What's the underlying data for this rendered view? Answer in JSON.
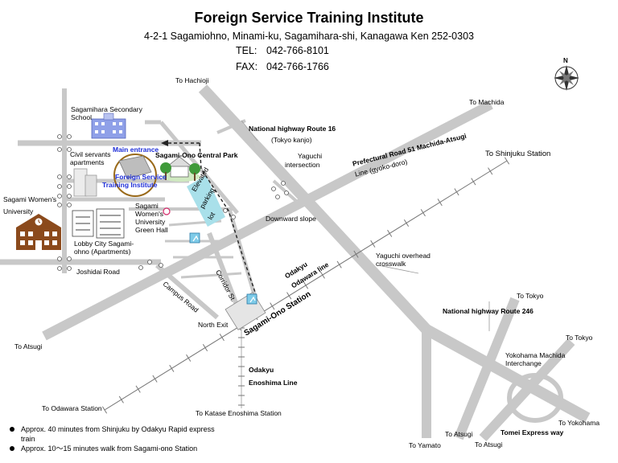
{
  "header": {
    "title": "Foreign Service Training Institute",
    "address": "4-2-1 Sagamiohno, Minami-ku, Sagamihara-shi, Kanagawa Ken 252-0303",
    "tel_label": "TEL:",
    "tel": "042-766-8101",
    "fax_label": "FAX:",
    "fax": "042-766-1766"
  },
  "compass_letter": "N",
  "colors": {
    "road": "#c8c8c8",
    "parking": "#a9e0ea",
    "route_oval": "#9a6a1a",
    "highlight_text": "#1f2fd8",
    "university_icon": "#8b4a1c"
  },
  "labels": {
    "to_hachioji": "To Hachioji",
    "to_machida": "To Machida",
    "to_shinjuku": "To Shinjuku Station",
    "route16": "National highway Route 16",
    "tokyo_kanjo": "(Tokyo kanjo)",
    "yaguchi_intersection_1": "Yaguchi",
    "yaguchi_intersection_2": "intersection",
    "pref_road_1": "Prefectural Road 51 Machida-Atsugi",
    "pref_road_2": "Line (gyoko-doro)",
    "downward_slope": "Downward slope",
    "yaguchi_crosswalk_1": "Yaguchi overhead",
    "yaguchi_crosswalk_2": "crosswalk",
    "odakyu_odawara_1": "Odakyu",
    "odakyu_odawara_2": "Odawara line",
    "sagami_ono_station": "Sagami-Ono Station",
    "north_exit": "North Exit",
    "campus_road": "Campus Road",
    "corridor_st": "Corridor St.",
    "odakyu_enoshima_1": "Odakyu",
    "odakyu_enoshima_2": "Enoshima Line",
    "to_atsugi_left": "To Atsugi",
    "to_odawara": "To Odawara Station",
    "to_katase": "To Katase Enoshima Station",
    "to_tokyo_1": "To Tokyo",
    "to_tokyo_2": "To Tokyo",
    "route246": "National highway Route 246",
    "yokohama_machida_1": "Yokohama Machida",
    "yokohama_machida_2": "Interchange",
    "to_yokohama": "To Yokohama",
    "tomei": "Tomei Express way",
    "to_yamato": "To Yamato",
    "to_atsugi_b1": "To Atsugi",
    "to_atsugi_b2": "To Atsugi",
    "secondary_school_1": "Sagamihara Secondary",
    "secondary_school_2": "School",
    "civil_servants_1": "Civil servants",
    "civil_servants_2": "apartments",
    "main_entrance": "Main entrance",
    "central_park": "Sagami-Ono Central Park",
    "fsti_1": "Foreign Service",
    "fsti_2": "Training Institute",
    "womens_univ_1": "Sagami Women's",
    "womens_univ_2": "University",
    "green_hall_1": "Sagami",
    "green_hall_2": "Women's",
    "green_hall_3": "University",
    "green_hall_4": "Green Hall",
    "parking_1": "Elevated",
    "parking_2": "parking",
    "parking_3": "lot",
    "lobby_city_1": "Lobby City Sagami-",
    "lobby_city_2": "ohno (Apartments)",
    "joshidai_road": "Joshidai Road"
  },
  "notes": [
    "Approx. 40  minutes from Shinjuku by Odakyu Rapid express train",
    "Approx. 10～15  minutes walk from Sagami-ono Station"
  ]
}
